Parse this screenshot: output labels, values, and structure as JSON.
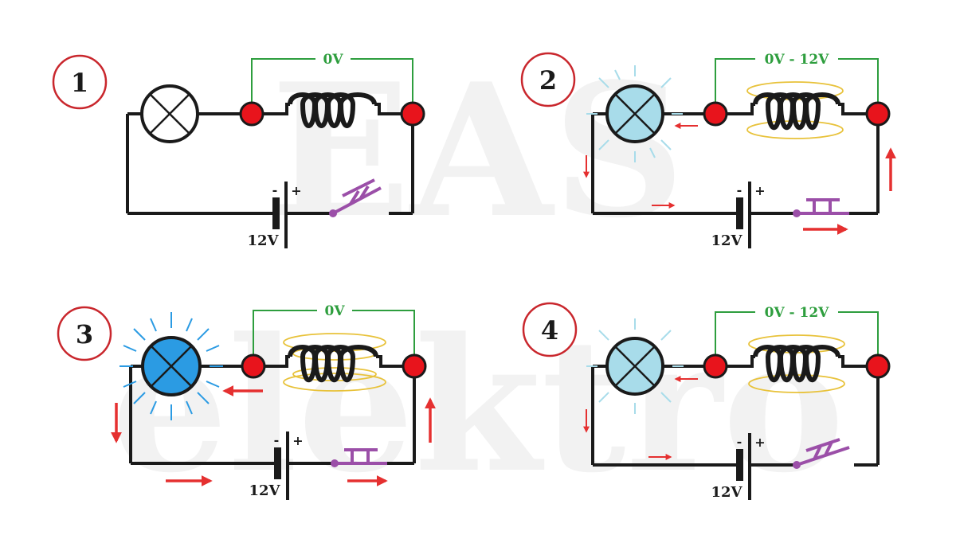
{
  "panels": [
    {
      "number": "1",
      "voltage_label": "0V",
      "battery_label": "12V",
      "battery_minus": "-",
      "battery_plus": "+"
    },
    {
      "number": "2",
      "voltage_label": "0V - 12V",
      "battery_label": "12V",
      "battery_minus": "-",
      "battery_plus": "+"
    },
    {
      "number": "3",
      "voltage_label": "0V",
      "battery_label": "12V",
      "battery_minus": "-",
      "battery_plus": "+"
    },
    {
      "number": "4",
      "voltage_label": "0V - 12V",
      "battery_label": "12V",
      "battery_minus": "-",
      "battery_plus": "+"
    }
  ],
  "colors": {
    "wire": "#1a1a1a",
    "probe_wire": "#2e9e3e",
    "voltage_text": "#2e9e3e",
    "terminal": "#e8141c",
    "current_arrow": "#e53030",
    "switch": "#9b4fa8",
    "magnetic_field": "#e8c23a",
    "badge_ring": "#c9272d",
    "lamp_dim": "#a8dcea",
    "lamp_bright": "#2b9be3",
    "watermark": "#f2f2f2"
  },
  "watermark": {
    "top": "EAS",
    "bottom": "elektro"
  }
}
